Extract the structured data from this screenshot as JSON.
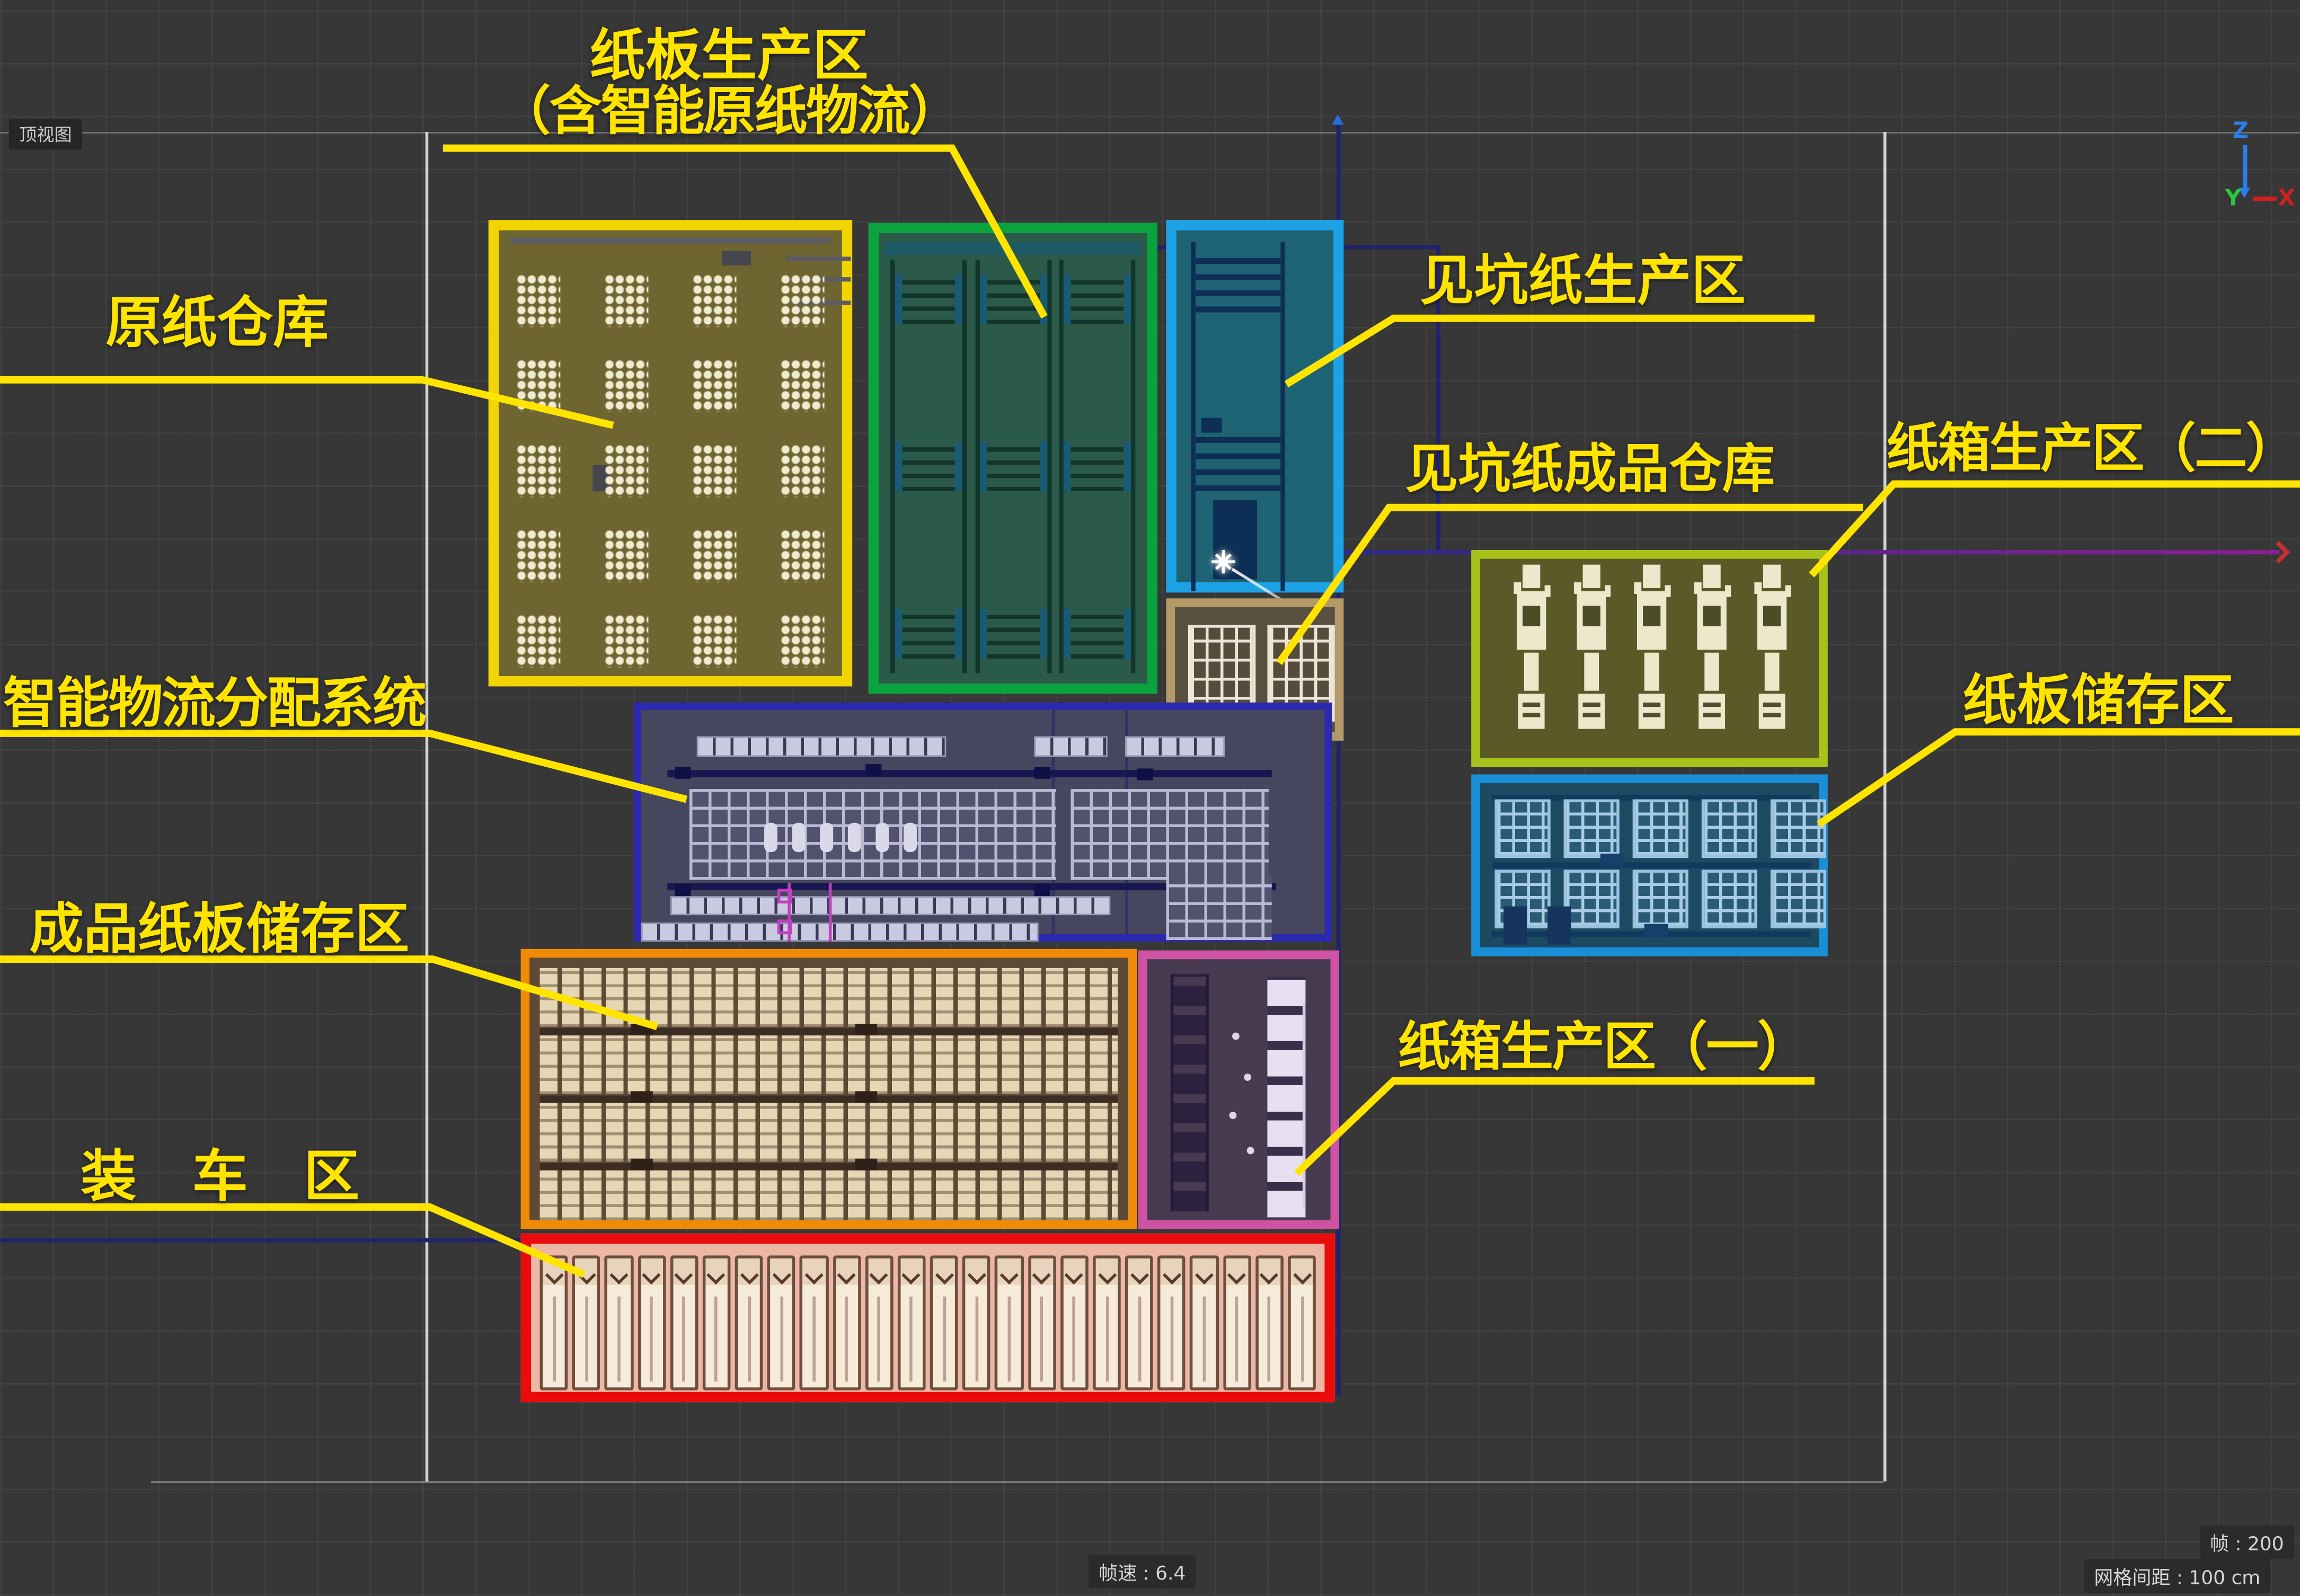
{
  "viewport": {
    "view_label": "顶视图"
  },
  "status_bar": {
    "frame_rate": "帧速 : 6.4",
    "frame": "帧 : 200",
    "grid_spacing": "网格间距 : 100 cm"
  },
  "axis_gizmo": {
    "x_label": "X",
    "y_label": "Y",
    "z_label": "Z",
    "x_color": "#d02020",
    "y_color": "#28c840",
    "z_color": "#2a7fe8"
  },
  "annotations": [
    {
      "id": "cardboard-production",
      "label": "纸板生产区",
      "label_line2": "（含智能原纸物流）"
    },
    {
      "id": "raw-paper-warehouse",
      "label": "原纸仓库"
    },
    {
      "id": "corrugated-production",
      "label": "见坑纸生产区"
    },
    {
      "id": "corrugated-warehouse",
      "label": "见坑纸成品仓库"
    },
    {
      "id": "carton-production-2",
      "label": "纸箱生产区（二）"
    },
    {
      "id": "board-storage",
      "label": "纸板储存区"
    },
    {
      "id": "logistics-system",
      "label": "智能物流分配系统"
    },
    {
      "id": "finished-board-storage",
      "label": "成品纸板储存区"
    },
    {
      "id": "carton-production-1",
      "label": "纸箱生产区（一）"
    },
    {
      "id": "loading-area",
      "label": "装　车　区"
    }
  ],
  "zones": {
    "raw_paper_warehouse": {
      "border": "#f2d500",
      "fill": "#6e6530",
      "pallet_count": 20
    },
    "cardboard_production": {
      "border": "#0aa33e",
      "fill": "#2c5a48",
      "line_count": 3
    },
    "corrugated_production": {
      "border": "#1ea2e6",
      "fill": "#1d6373"
    },
    "corrugated_warehouse": {
      "border": "#b39a68",
      "fill": "#59503f",
      "rack_count": 2
    },
    "logistics_system": {
      "border": "#2b29ad",
      "fill": "#46465f"
    },
    "carton_production_2": {
      "border": "#a8c21c",
      "fill": "#5a5a28",
      "machine_count": 5
    },
    "board_storage": {
      "border": "#1a8fd8",
      "fill": "#1d4a61",
      "racks_per_row": 5,
      "rack_rows": 2
    },
    "finished_board_storage": {
      "border": "#ef8b07",
      "fill": "#5e4936",
      "band_count": 4
    },
    "carton_production_1": {
      "border": "#cf53a3",
      "fill": "#473a51"
    },
    "loading_area": {
      "border": "#ea0c0c",
      "fill": "#ecb7a4",
      "truck_count": 24
    }
  },
  "annotation_color": "#ffe400"
}
